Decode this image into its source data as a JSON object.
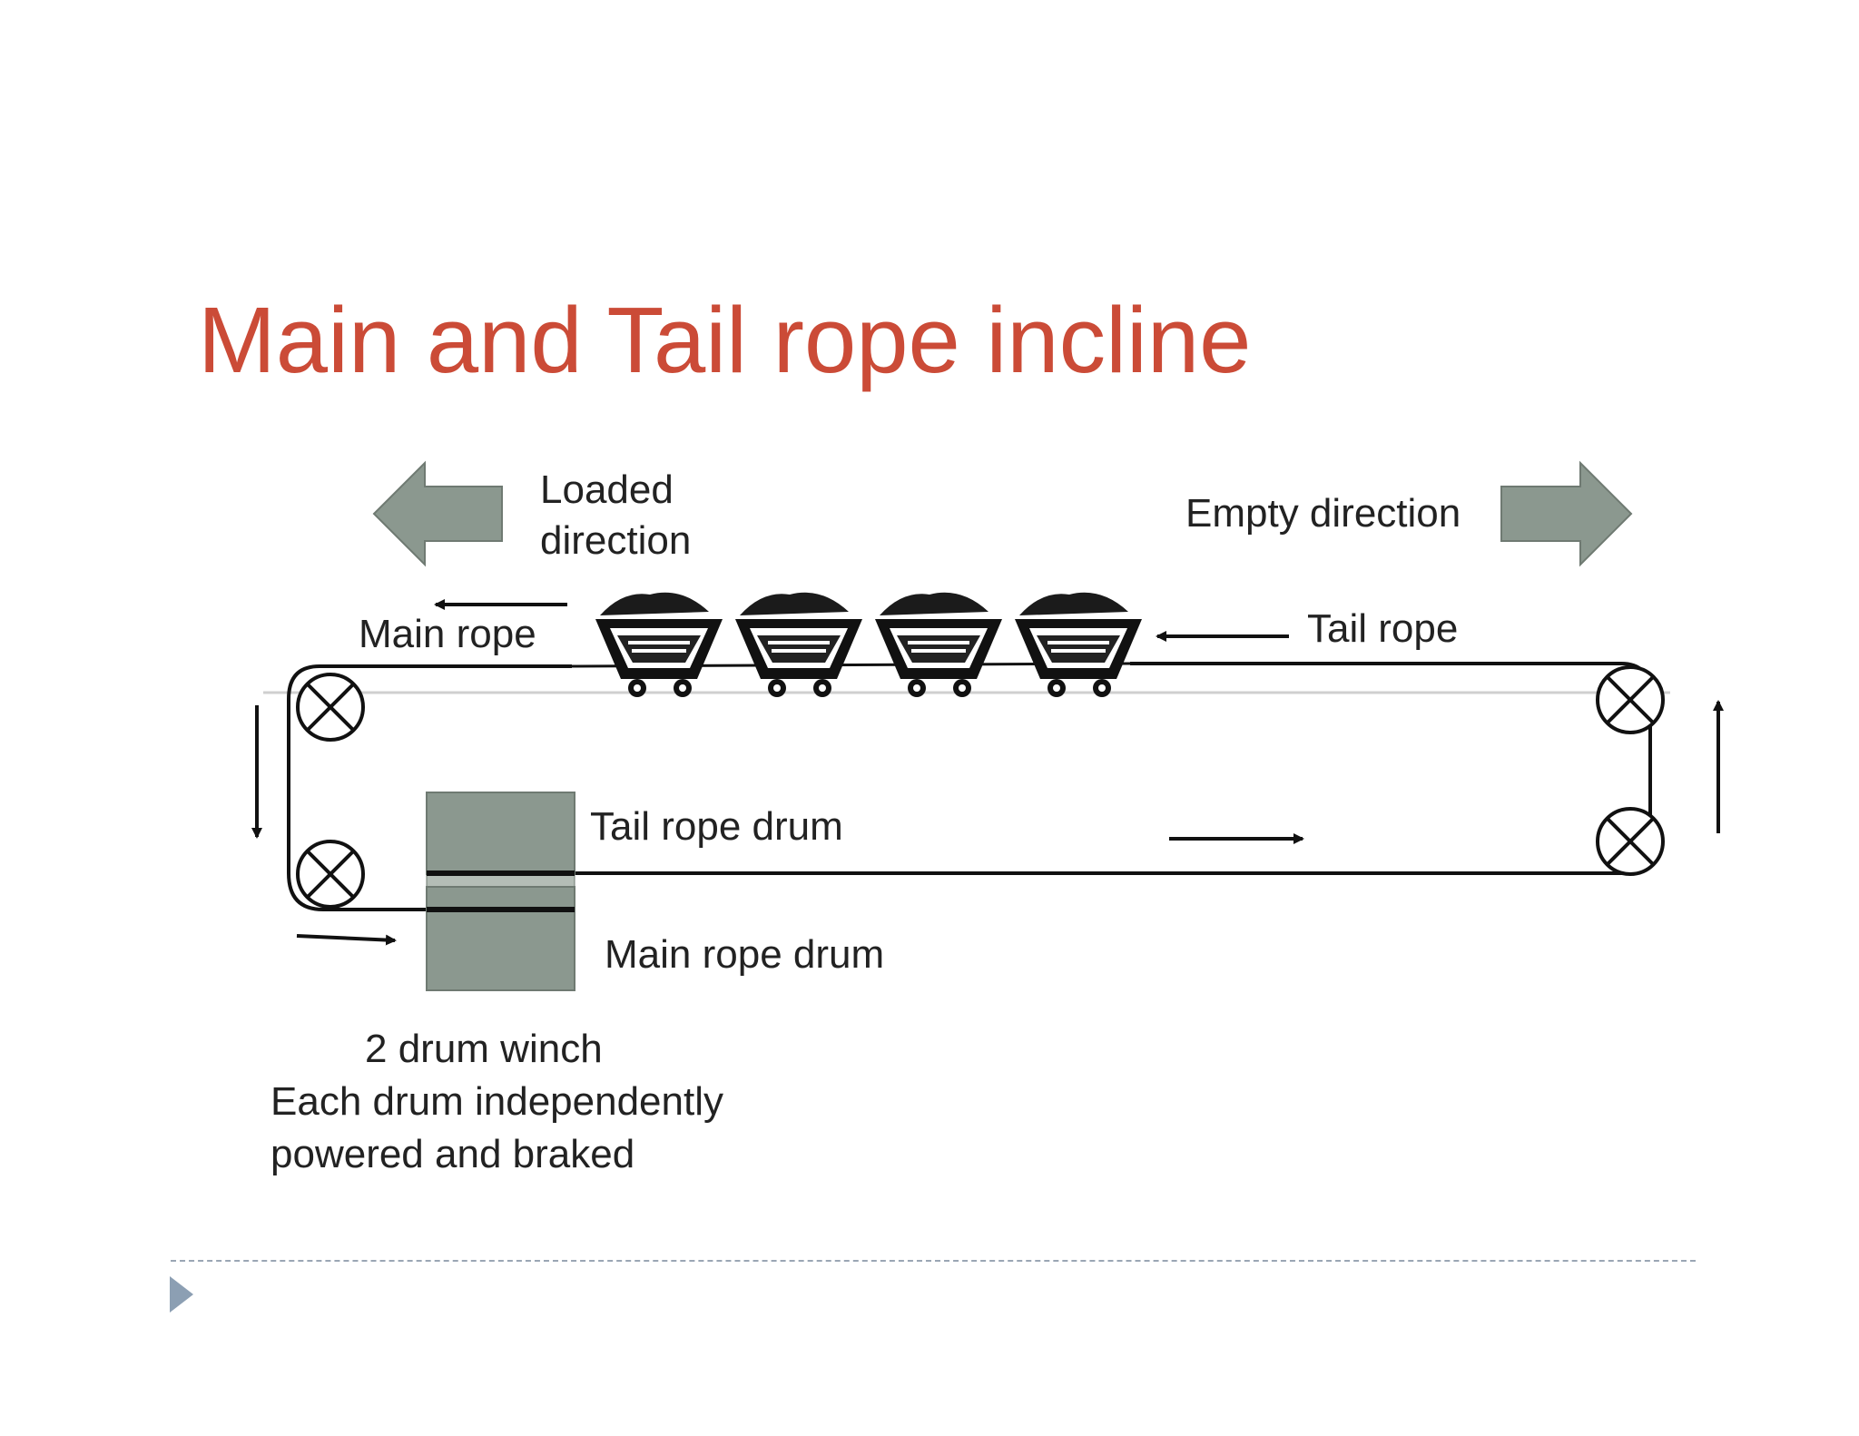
{
  "title": "Main and Tail rope incline",
  "labels": {
    "loaded_direction_line1": "Loaded",
    "loaded_direction_line2": "direction",
    "empty_direction": "Empty direction",
    "main_rope": "Main rope",
    "tail_rope": "Tail rope",
    "tail_rope_drum": "Tail rope drum",
    "main_rope_drum": "Main rope drum",
    "winch_line1": "2 drum winch",
    "winch_line2": "Each drum independently",
    "winch_line3": "powered and braked"
  },
  "colors": {
    "title": "#cb4b37",
    "direction_arrow": "#8b988f",
    "drum": "#8b988f",
    "rope": "#111111",
    "footer_rule": "#9aa6b4",
    "footer_marker": "#8c9fb3"
  },
  "icons": {
    "sheave": "circle-x-icon",
    "tub": "mine-car-icon",
    "footer_marker": "triangle-right-icon"
  }
}
